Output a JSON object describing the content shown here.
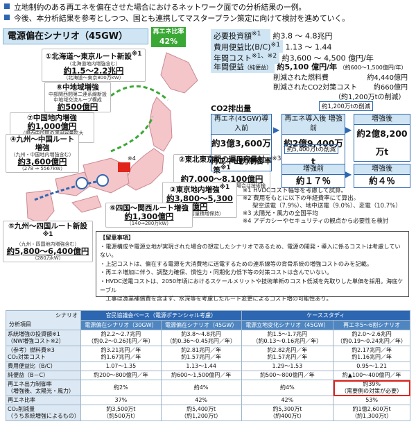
{
  "intro": [
    "立地制約のある再エネを偏在させた場合におけるネットワーク面での分析結果の一例。",
    "今後、本分析結果を参考としつつ、国とも連携してマスタープラン策定に向けて検討を進めていく。"
  ],
  "scenario_title": "電源偏在シナリオ（45GW）",
  "renewable_badge": {
    "label": "再エネ比率",
    "value": "42%"
  },
  "routes": [
    {
      "title": "①北海道～東京ルート新設",
      "sup": "※1",
      "sub": "（北海道地内増強含む）",
      "value": "約1.5～2.2兆円",
      "cap": "（北海道～東京800万kW）"
    },
    {
      "title": "⑧中地域増強",
      "sup": "",
      "sub": "中部関西間第二連系線新設\n中地域交流ループ構成",
      "value": "約500億円",
      "cap": ""
    },
    {
      "title": "⑦中国地内増強",
      "sup": "",
      "sub": "",
      "value": "約1,000億円",
      "cap": "（関西中国間の運用容量拡大421⇒5567kW）"
    },
    {
      "title": "④九州～中国ルート増強",
      "sup": "",
      "sub": "（九州・中国地内増強含む）",
      "value": "約3,600億円",
      "cap": "（278 ⇒ 5567kW）"
    },
    {
      "title": "②東北東京間の運用容量対策",
      "sup": "※1",
      "sub": "",
      "value": "約7,000～8,100億円",
      "cap": "（電源立地が同様になった場合は技術検討）"
    },
    {
      "title": "③東京地内増強",
      "sup": "※1",
      "sub": "",
      "value": "約3,800～5,300億円",
      "cap": "（交流容量積増保持）"
    },
    {
      "title": "⑥四国～関西ルート増強",
      "sup": "",
      "sub": "",
      "value": "約1,300億円",
      "cap": "（140⇒280万kW）"
    },
    {
      "title": "⑤九州～四国ルート新設",
      "sup": "※1",
      "sub": "（九州・四国地内増強含む）",
      "value": "約5,800～6,400億円",
      "cap": "（280万kW）"
    }
  ],
  "map_mark": "※4",
  "metrics": [
    {
      "label": "必要投資額",
      "sup": "※1",
      "value": "約3.8 ～ 4.8兆円"
    },
    {
      "label": "費用便益比(B/C)",
      "sup": "※1",
      "value": "1.13 ～ 1.44"
    },
    {
      "label": "年間コスト",
      "sup": "※1、※2",
      "value": "約3,600 ～ 4,500 億円/年"
    }
  ],
  "benefit": {
    "label": "年間便益",
    "qual": "（純便益）",
    "value": "約5,100 億円/年",
    "range": "（約600～1,500億円/年）",
    "fuel_label": "削減された燃料費",
    "fuel_value": "約4,440億円",
    "co2_label": "削減されたCO2対策コスト",
    "co2_value": "約660億円",
    "co2_note": "（約1,200万tの削減）"
  },
  "co2": {
    "title": "CO2排出量",
    "box1_head": "再エネ(45GW)導入前",
    "box1_val": "約3億3,600万t",
    "box2_head": "再エネ導入後",
    "box2_head_mark": "増強前",
    "box2_val": "約2億9,400万t",
    "box3_head": "増強後",
    "box3_val": "約2億8,200万t",
    "arrow_top": "約1,200万tの削減",
    "arrow_bottom": "約5,400万tの削減"
  },
  "curtail": {
    "title": "再エネ出力制御率",
    "sup": "※3",
    "before_head": "増強前",
    "before_val": "約１７％",
    "after_head": "増強後",
    "after_val": "約４％"
  },
  "notes": [
    "※1 HVDCコスト幅等を考慮して試算。",
    "※2 費用をもとに以下の年経費率にて算出。",
    "架空送電（7.9%）、地中送電（9.0%）、変電（10.7%）",
    "※3 太陽光・風力の全国平均",
    "※4 アデカシーやセキュリティの観点から必要性を検討"
  ],
  "caution": {
    "title": "【留意事項】",
    "items": [
      "・電源構成や電源立地が実現された場合の想定したシナリオであるため、電源の開発・導入に係るコストは考慮していない。",
      "・上記コストは、偏在する電源を大消費地に送電するための連系線等の背骨系統の増強コストのみを記載。",
      "・再エネ増加に伴う、調整力確保、慣性力・同期化力低下等の対策コストは含んでいない。",
      "・HVDC送電コストは、2050年頃におけるスケールメリットや技術革新のコスト低減を先取りした単価を採用。海底ケーブル",
      "　工事は漁業補償費を含まず、水深等を考慮したルート変更によるコスト増の可能性あり。"
    ]
  },
  "table": {
    "corner_top": "シナリオ",
    "corner_bottom": "分析項目",
    "group1": "官民協議会ベース（電源ポテンシャル考慮）",
    "group2": "ケーススタディ",
    "cols": [
      "電源偏在シナリオ（30GW）",
      "電源偏在シナリオ（45GW）",
      "電源立地変化シナリオ（45GW）",
      "再エネ5～6割シナリオ"
    ],
    "rows": [
      {
        "label": [
          "系統増強の投資額※1",
          "（NW増強コスト※2）"
        ],
        "cells": [
          [
            "約2.2～2.7兆円",
            "（約0.2～0.26兆円／年）"
          ],
          [
            "約3.8～4.8兆円",
            "（約0.36～0.45兆円／年）"
          ],
          [
            "約1.5～1.7兆円",
            "（約0.13～0.16兆円／年）"
          ],
          [
            "約2.0～2.6兆円",
            "（約0.19～0.24兆円／年）"
          ]
        ]
      },
      {
        "label": [
          "（参考）燃料費※3",
          "CO₂対策コスト"
        ],
        "cells": [
          [
            "約3.21兆円／年",
            "約1.67兆円／年"
          ],
          [
            "約2.81兆円／年",
            "約1.57兆円／年"
          ],
          [
            "約2.82兆円／年",
            "約1.57兆円／年"
          ],
          [
            "約2.17兆円／年",
            "約1.16兆円／年"
          ]
        ]
      },
      {
        "label": [
          "費用便益比（B/C）"
        ],
        "cells": [
          [
            "1.07～1.35"
          ],
          [
            "1.13～1.44"
          ],
          [
            "1.29～1.53"
          ],
          [
            "0.95～1.21"
          ]
        ]
      },
      {
        "label": [
          "純便益（B－C）"
        ],
        "cells": [
          [
            "約200～800億円／年"
          ],
          [
            "約600～1,500億円／年"
          ],
          [
            "約500～800億円／年"
          ],
          [
            "約▲100～400億円／年"
          ]
        ]
      },
      {
        "label": [
          "再エネ出力制御率",
          "（増強後、太陽光・風力）"
        ],
        "cells": [
          [
            "約2%"
          ],
          [
            "約4%"
          ],
          [
            "約4%"
          ],
          [
            "約39%",
            "（需要側の対策が必要）"
          ]
        ]
      },
      {
        "label": [
          "再エネ比率"
        ],
        "cells": [
          [
            "37%"
          ],
          [
            "42%"
          ],
          [
            "42%"
          ],
          [
            "53%"
          ]
        ]
      },
      {
        "label": [
          "CO₂削減量",
          "（うち系統増強によるもの）"
        ],
        "cells": [
          [
            "約3,500万t",
            "（約500万t）"
          ],
          [
            "約5,400万t",
            "（約1,200万t）"
          ],
          [
            "約5,300万t",
            "（約400万t）"
          ],
          [
            "約1億2,600万t",
            "（約1,300万t）"
          ]
        ]
      }
    ]
  }
}
